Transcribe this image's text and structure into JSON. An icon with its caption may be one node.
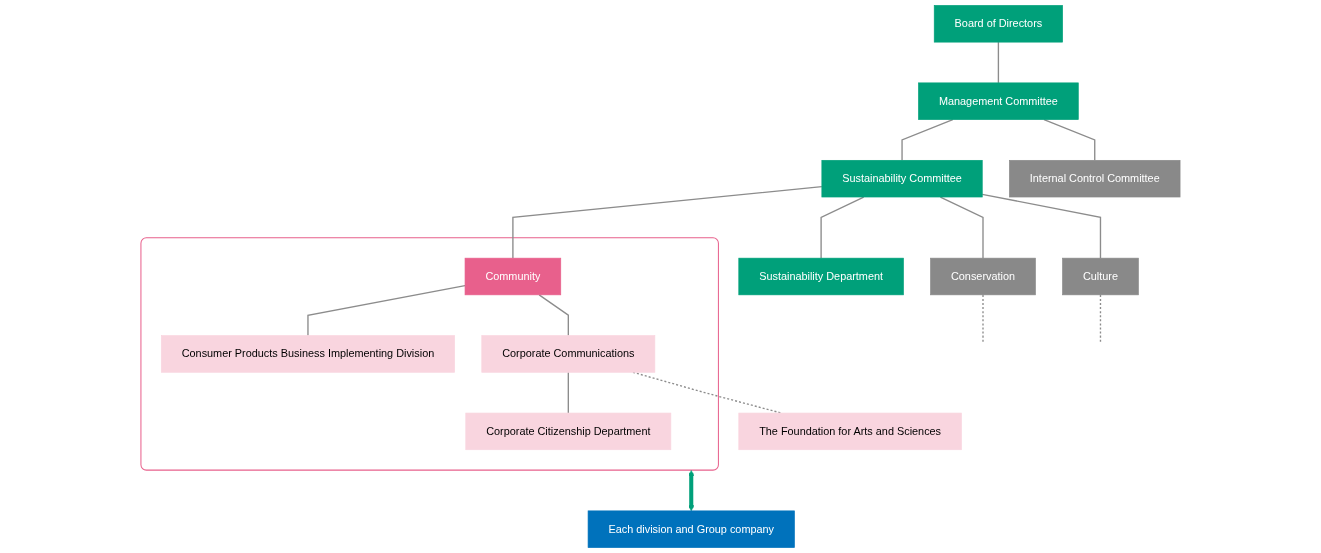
{
  "diagram": {
    "nodes": [
      {
        "text": [
          "Board of Directors"
        ]
      },
      {
        "text": [
          "Management Committee"
        ]
      },
      {
        "text": [
          "Sustainability Committee"
        ]
      },
      {
        "text": [
          "Internal Control Committee"
        ]
      },
      {
        "text": [
          "Sustainability Department"
        ]
      },
      {
        "text": [
          "Conservation"
        ]
      },
      {
        "text": [],
        "shape": "box"
      },
      {
        "text": [
          "Community"
        ],
        "in": 6
      },
      {
        "text": [
          "Culture"
        ]
      },
      {
        "text": [
          "Consumer Products Business Implementing Division"
        ],
        "in": 6
      },
      {
        "text": [
          "Corporate Communications"
        ],
        "in": 6
      },
      {
        "text": [
          "Corporate Citizenship Department"
        ],
        "in": 6
      },
      {
        "text": [
          "The Foundation for Arts and Sciences"
        ]
      },
      {
        "text": [
          "Each division and Group company"
        ]
      }
    ],
    "edges": [
      {
        "from": 0,
        "to": 1,
        "arrow": "none"
      },
      {
        "from": 1,
        "to": 2,
        "arrow": "none"
      },
      {
        "from": 1,
        "to": 3,
        "arrow": "none"
      },
      {
        "from": 2,
        "to": 4,
        "arrow": "none"
      },
      {
        "from": 2,
        "to": 5,
        "arrow": "none"
      },
      {
        "from": 2,
        "to": 7,
        "arrow": "none"
      },
      {
        "from": 2,
        "to": 8,
        "arrow": "none"
      },
      {
        "from": 7,
        "to": 9,
        "arrow": "none"
      },
      {
        "from": 7,
        "to": 10,
        "arrow": "none"
      },
      {
        "from": 10,
        "to": 11,
        "arrow": "none"
      },
      {
        "from": 10,
        "to": 12,
        "arrow": "none",
        "style": "dashed"
      },
      {
        "from": 6,
        "to": 13,
        "arrow": "both",
        "style": "thick",
        "color": "#00a07a"
      },
      {
        "from": 5,
        "to": null,
        "arrow": "none",
        "style": "dashed"
      },
      {
        "from": 8,
        "to": null,
        "arrow": "none",
        "style": "dashed"
      }
    ]
  }
}
